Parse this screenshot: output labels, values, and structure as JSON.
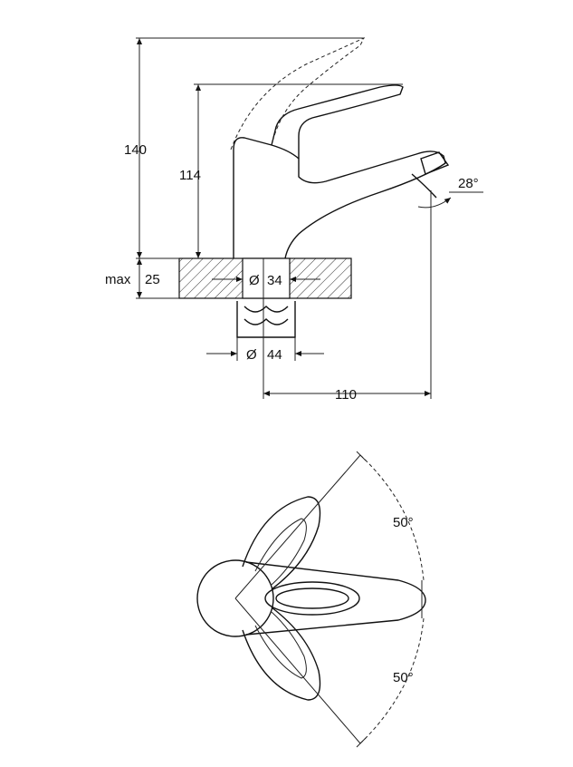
{
  "side_view": {
    "dim_height_total": "140",
    "dim_height_spout": "114",
    "dim_counter_max_label": "max",
    "dim_counter_max": "25",
    "dim_hole_symbol": "Ø",
    "dim_hole_diameter": "34",
    "dim_base_symbol": "Ø",
    "dim_base_diameter": "44",
    "dim_reach": "110",
    "dim_spout_angle": "28°"
  },
  "top_view": {
    "dim_angle_upper": "50°",
    "dim_angle_lower": "50°"
  }
}
